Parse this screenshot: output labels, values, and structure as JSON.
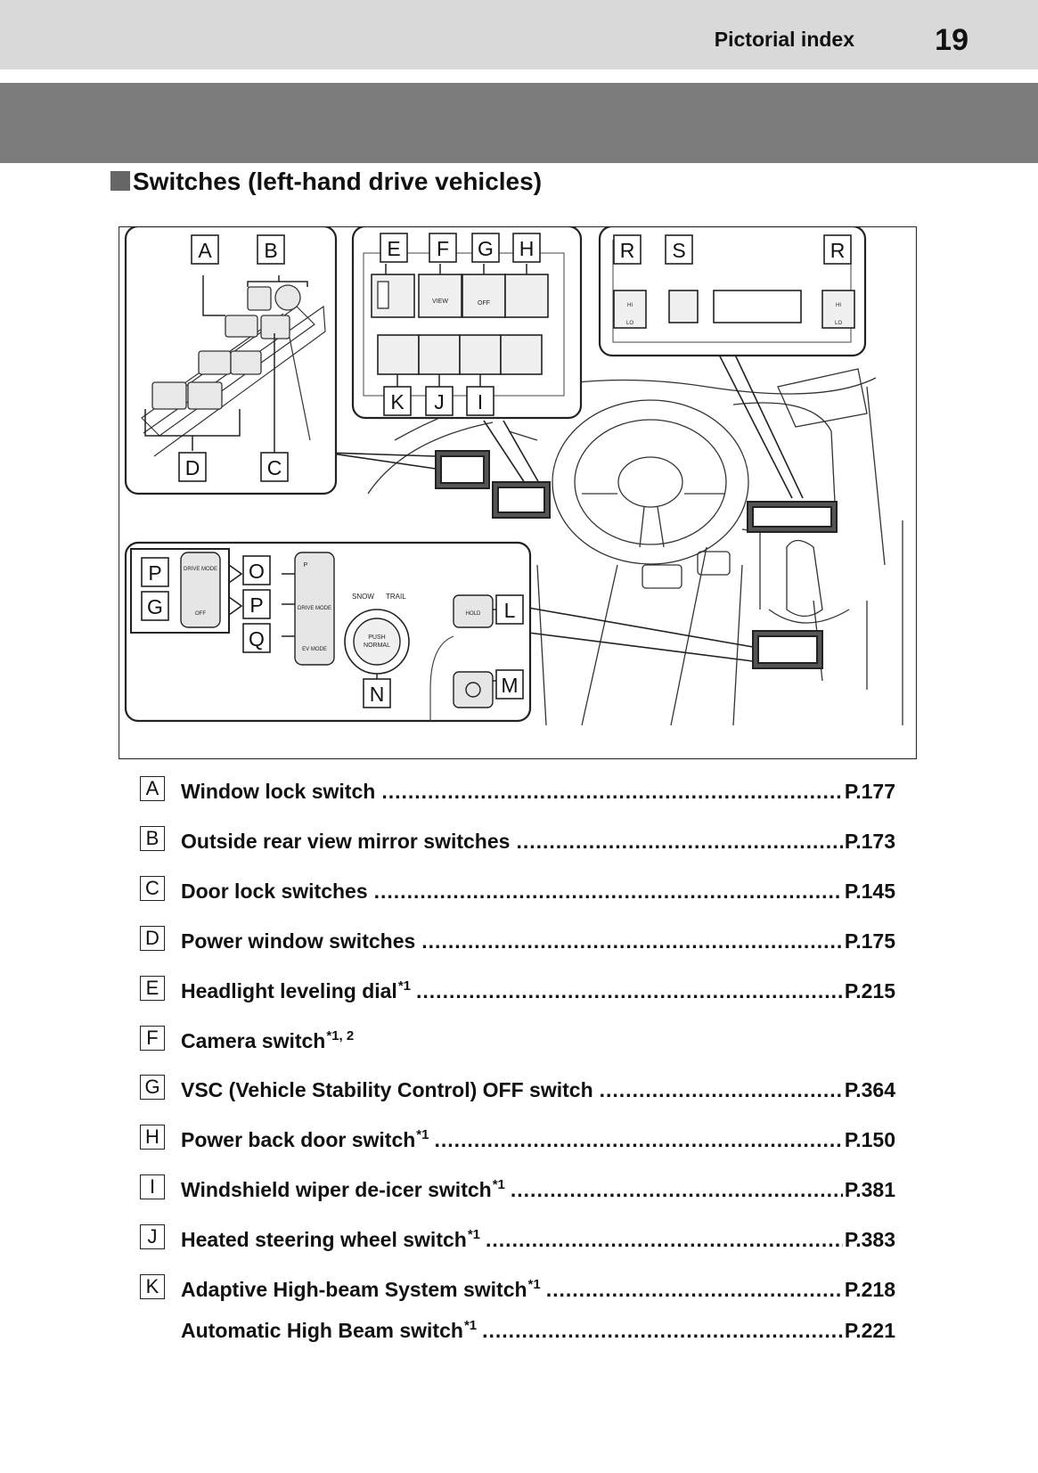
{
  "header": {
    "section_name": "Pictorial index",
    "page_number": "19"
  },
  "section": {
    "title": "Switches (left-hand drive vehicles)"
  },
  "figure": {
    "callouts": [
      "A",
      "B",
      "C",
      "D",
      "E",
      "F",
      "G",
      "H",
      "I",
      "J",
      "K",
      "L",
      "M",
      "N",
      "O",
      "P",
      "Q",
      "R",
      "S"
    ],
    "switch_labels": {
      "view": "VIEW",
      "off": "OFF",
      "drive_mode": "DRIVE MODE",
      "ev_mode": "EV MODE",
      "snow": "SNOW",
      "trail": "TRAIL",
      "push": "PUSH",
      "normal": "NORMAL",
      "hold": "HOLD",
      "hi": "HI",
      "lo": "LO",
      "p": "P"
    }
  },
  "index": [
    {
      "letter": "A",
      "label": "Window lock switch",
      "note": "",
      "page": "P.177"
    },
    {
      "letter": "B",
      "label": "Outside rear view mirror switches",
      "note": "",
      "page": "P.173"
    },
    {
      "letter": "C",
      "label": "Door lock switches",
      "note": "",
      "page": "P.145"
    },
    {
      "letter": "D",
      "label": "Power window switches",
      "note": "",
      "page": "P.175"
    },
    {
      "letter": "E",
      "label": "Headlight leveling dial",
      "note": "*1",
      "page": "P.215"
    },
    {
      "letter": "F",
      "label": "Camera switch",
      "note": "*1, 2",
      "page": ""
    },
    {
      "letter": "G",
      "label": "VSC (Vehicle Stability Control) OFF switch",
      "note": "",
      "page": "P.364"
    },
    {
      "letter": "H",
      "label": "Power back door switch",
      "note": "*1",
      "page": "P.150"
    },
    {
      "letter": "I",
      "label": "Windshield wiper de-icer switch",
      "note": "*1",
      "page": "P.381"
    },
    {
      "letter": "J",
      "label": "Heated steering wheel switch",
      "note": "*1",
      "page": "P.383"
    },
    {
      "letter": "K",
      "label": "Adaptive High-beam System switch",
      "note": "*1",
      "page": "P.218"
    },
    {
      "letter": "",
      "label": "Automatic High Beam switch",
      "note": "*1",
      "page": "P.221"
    }
  ]
}
